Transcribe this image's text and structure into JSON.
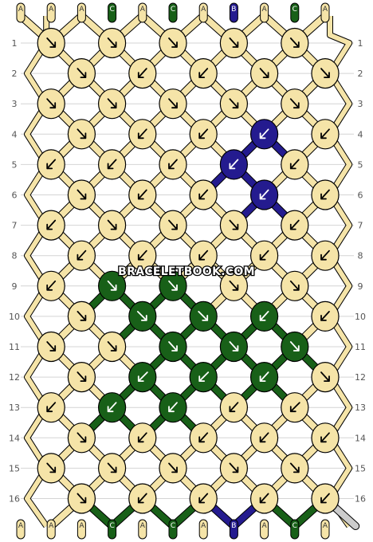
{
  "site": "BRACELETBOOK.COM",
  "colors": {
    "A": "#f5e4a8",
    "B": "#241b8f",
    "C": "#186018",
    "outline": "#000000",
    "rowline": "#d4d4d4"
  },
  "strands_top": [
    "A",
    "A",
    "A",
    "C",
    "A",
    "C",
    "A",
    "B",
    "A",
    "C",
    "A"
  ],
  "strands_bottom": [
    "A",
    "A",
    "A",
    "C",
    "A",
    "C",
    "A",
    "B",
    "A",
    "C",
    "A"
  ],
  "rows": [
    {
      "label": "1",
      "knots": [
        {
          "c": "A",
          "a": "f"
        },
        {
          "c": "A",
          "a": "f"
        },
        {
          "c": "A",
          "a": "f"
        },
        {
          "c": "A",
          "a": "f"
        },
        {
          "c": "A",
          "a": "f"
        }
      ]
    },
    {
      "label": "2",
      "knots": [
        {
          "c": "A",
          "a": "f"
        },
        {
          "c": "A",
          "a": "b"
        },
        {
          "c": "A",
          "a": "b"
        },
        {
          "c": "A",
          "a": "f"
        },
        {
          "c": "A",
          "a": "f"
        }
      ]
    },
    {
      "label": "3",
      "knots": [
        {
          "c": "A",
          "a": "f"
        },
        {
          "c": "A",
          "a": "f"
        },
        {
          "c": "A",
          "a": "f"
        },
        {
          "c": "A",
          "a": "f"
        },
        {
          "c": "A",
          "a": "f"
        }
      ]
    },
    {
      "label": "4",
      "knots": [
        {
          "c": "A",
          "a": "f"
        },
        {
          "c": "A",
          "a": "b"
        },
        {
          "c": "A",
          "a": "b"
        },
        {
          "c": "B",
          "a": "b"
        },
        {
          "c": "A",
          "a": "b"
        }
      ]
    },
    {
      "label": "5",
      "knots": [
        {
          "c": "A",
          "a": "b"
        },
        {
          "c": "A",
          "a": "b"
        },
        {
          "c": "A",
          "a": "b"
        },
        {
          "c": "B",
          "a": "b"
        },
        {
          "c": "A",
          "a": "b"
        }
      ]
    },
    {
      "label": "6",
      "knots": [
        {
          "c": "A",
          "a": "f"
        },
        {
          "c": "A",
          "a": "b"
        },
        {
          "c": "A",
          "a": "b"
        },
        {
          "c": "B",
          "a": "b"
        },
        {
          "c": "A",
          "a": "b"
        }
      ]
    },
    {
      "label": "7",
      "knots": [
        {
          "c": "A",
          "a": "b"
        },
        {
          "c": "A",
          "a": "f"
        },
        {
          "c": "A",
          "a": "f"
        },
        {
          "c": "A",
          "a": "f"
        },
        {
          "c": "A",
          "a": "b"
        }
      ]
    },
    {
      "label": "8",
      "knots": [
        {
          "c": "A",
          "a": "b"
        },
        {
          "c": "A",
          "a": "b"
        },
        {
          "c": "A",
          "a": "b"
        },
        {
          "c": "A",
          "a": "b"
        },
        {
          "c": "A",
          "a": "b"
        }
      ]
    },
    {
      "label": "9",
      "knots": [
        {
          "c": "A",
          "a": "b"
        },
        {
          "c": "C",
          "a": "f"
        },
        {
          "c": "C",
          "a": "f"
        },
        {
          "c": "A",
          "a": "f"
        },
        {
          "c": "A",
          "a": "f"
        }
      ]
    },
    {
      "label": "10",
      "knots": [
        {
          "c": "A",
          "a": "f"
        },
        {
          "c": "C",
          "a": "d"
        },
        {
          "c": "C",
          "a": "d"
        },
        {
          "c": "C",
          "a": "b"
        },
        {
          "c": "A",
          "a": "b"
        }
      ]
    },
    {
      "label": "11",
      "knots": [
        {
          "c": "A",
          "a": "f"
        },
        {
          "c": "A",
          "a": "f"
        },
        {
          "c": "C",
          "a": "f"
        },
        {
          "c": "C",
          "a": "f"
        },
        {
          "c": "C",
          "a": "f"
        }
      ]
    },
    {
      "label": "12",
      "knots": [
        {
          "c": "A",
          "a": "f"
        },
        {
          "c": "C",
          "a": "u"
        },
        {
          "c": "C",
          "a": "u"
        },
        {
          "c": "C",
          "a": "b"
        },
        {
          "c": "A",
          "a": "f"
        }
      ]
    },
    {
      "label": "13",
      "knots": [
        {
          "c": "A",
          "a": "b"
        },
        {
          "c": "C",
          "a": "b"
        },
        {
          "c": "C",
          "a": "b"
        },
        {
          "c": "A",
          "a": "b"
        },
        {
          "c": "A",
          "a": "u"
        }
      ]
    },
    {
      "label": "14",
      "knots": [
        {
          "c": "A",
          "a": "f"
        },
        {
          "c": "A",
          "a": "b"
        },
        {
          "c": "A",
          "a": "b"
        },
        {
          "c": "A",
          "a": "b"
        },
        {
          "c": "A",
          "a": "b"
        }
      ]
    },
    {
      "label": "15",
      "knots": [
        {
          "c": "A",
          "a": "f"
        },
        {
          "c": "A",
          "a": "f"
        },
        {
          "c": "A",
          "a": "f"
        },
        {
          "c": "A",
          "a": "f"
        },
        {
          "c": "A",
          "a": "f"
        }
      ]
    },
    {
      "label": "16",
      "knots": [
        {
          "c": "A",
          "a": "f"
        },
        {
          "c": "A",
          "a": "b"
        },
        {
          "c": "A",
          "a": "b"
        },
        {
          "c": "A",
          "a": "b"
        },
        {
          "c": "A",
          "a": "b"
        }
      ]
    }
  ]
}
